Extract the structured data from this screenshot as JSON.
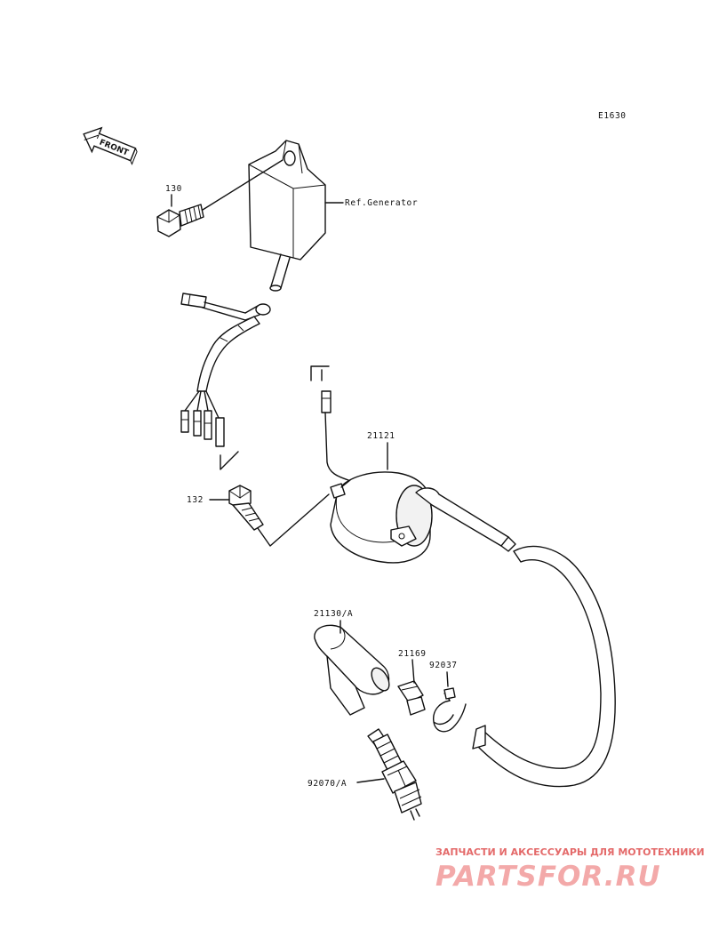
{
  "diagram": {
    "code": "E1630",
    "front_label": "FRONT",
    "labels": {
      "p130": "130",
      "ref_generator": "Ref.Generator",
      "p21121": "21121",
      "p132": "132",
      "p21130a": "21130/A",
      "p21169": "21169",
      "p92037": "92037",
      "p92070a": "92070/A"
    }
  },
  "watermark": {
    "tagline": "ЗАПЧАСТИ И АКСЕССУАРЫ ДЛЯ МОТОТЕХНИКИ",
    "logo": "PARTSFOR.RU"
  }
}
